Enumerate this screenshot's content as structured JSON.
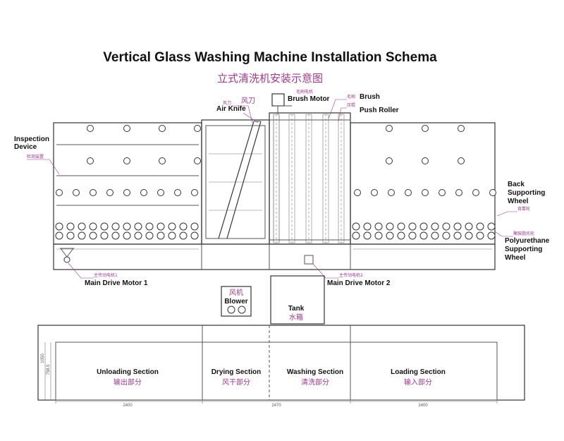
{
  "title": "Vertical Glass Washing Machine Installation Schema",
  "subtitle_cn": "立式清洗机安装示意图",
  "labels": {
    "inspection_device": [
      "Inspection",
      "Device"
    ],
    "inspection_device_cn": "检测装置",
    "air_knife": "Air Knife",
    "air_knife_cn": [
      "风刀",
      "风刀"
    ],
    "brush_motor": "Brush Motor",
    "brush_motor_cn": "毛刷电机",
    "brush": "Brush",
    "brush_cn": "毛刷",
    "push_roller": "Push Roller",
    "push_roller_cn": "压辊",
    "back_supporting_wheel": [
      "Back",
      "Supporting",
      "Wheel"
    ],
    "back_supporting_wheel_cn": "背靠轮",
    "polyurethane_wheel": [
      "Polyurethane",
      "Supporting",
      "Wheel"
    ],
    "polyurethane_wheel_cn": "聚胺脂托轮",
    "main_drive_motor_1": "Main Drive Motor 1",
    "main_drive_motor_1_cn": "主传动电机1",
    "main_drive_motor_2": "Main Drive Motor 2",
    "main_drive_motor_2_cn": "主传动电机2",
    "blower": "Blower",
    "blower_cn": "风机",
    "tank": "Tank",
    "tank_cn": "水箱"
  },
  "sections": [
    {
      "en": "Unloading Section",
      "cn": "输出部分"
    },
    {
      "en": "Drying Section",
      "cn": "风干部分"
    },
    {
      "en": "Washing Section",
      "cn": "清洗部分"
    },
    {
      "en": "Loading Section",
      "cn": "输入部分"
    }
  ],
  "dimensions": {
    "bottom": [
      "2400",
      "2470",
      "2400"
    ],
    "left": [
      "1050",
      "758.5"
    ]
  }
}
